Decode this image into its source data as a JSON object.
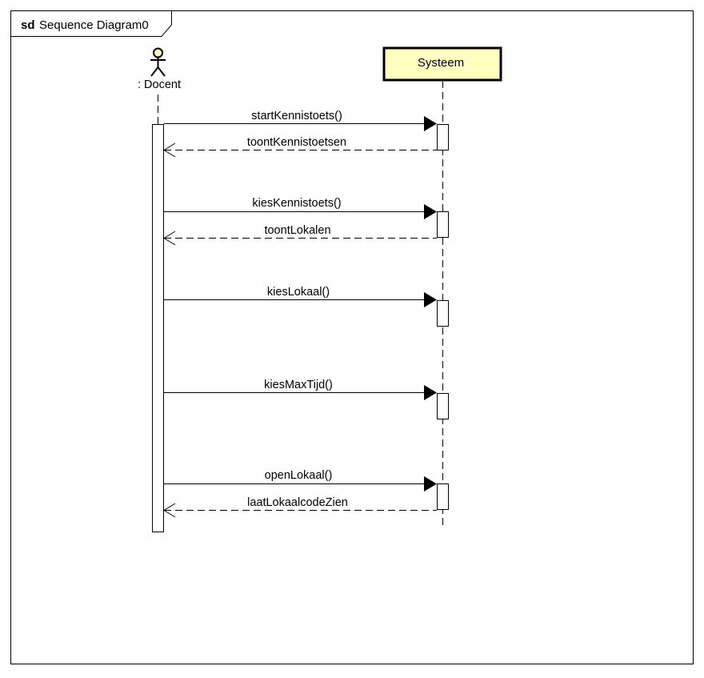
{
  "frame": {
    "keyword": "sd",
    "name": "Sequence Diagram0"
  },
  "actor": {
    "label": ": Docent",
    "icon": "stick-figure-icon"
  },
  "participant": {
    "label": "Systeem"
  },
  "messages": [
    {
      "label": "startKennistoets()",
      "type": "call"
    },
    {
      "label": "toontKennistoetsen",
      "type": "return"
    },
    {
      "label": "kiesKennistoets()",
      "type": "call"
    },
    {
      "label": "toontLokalen",
      "type": "return"
    },
    {
      "label": "kiesLokaal()",
      "type": "call"
    },
    {
      "label": "kiesMaxTijd()",
      "type": "call"
    },
    {
      "label": "openLokaal()",
      "type": "call"
    },
    {
      "label": "laatLokaalcodeZien",
      "type": "return"
    }
  ],
  "colors": {
    "stroke": "#000000",
    "participant_fill": "#ffffc0",
    "actor_head_fill": "#ffffc0",
    "background": "#ffffff"
  }
}
